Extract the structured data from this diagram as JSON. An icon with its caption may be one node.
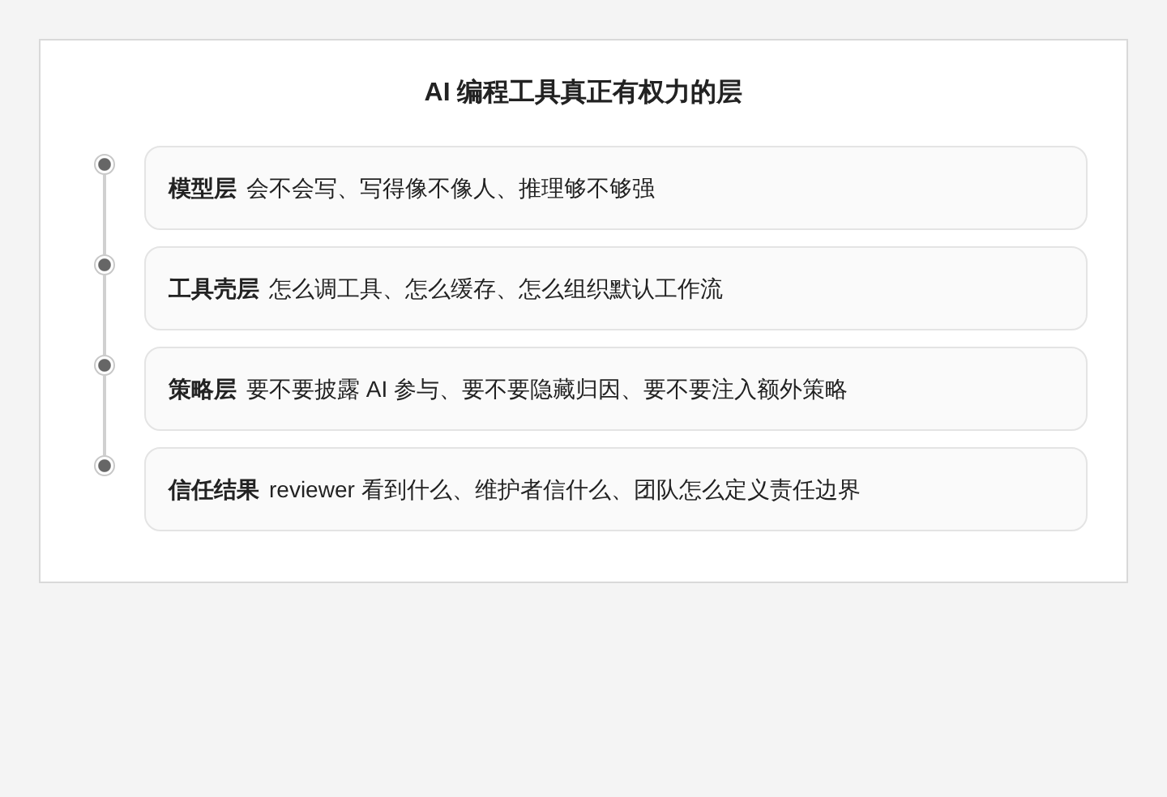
{
  "diagram": {
    "title": "AI 编程工具真正有权力的层",
    "nodes": [
      {
        "text": [],
        "shape": "circle"
      },
      {
        "text": [
          "模型层",
          "会不会写、写得像不像人、推理够不够强"
        ]
      },
      {
        "text": [],
        "shape": "circle"
      },
      {
        "text": [
          "工具壳层",
          "怎么调工具、怎么缓存、怎么组织默认工作流"
        ]
      },
      {
        "text": [],
        "shape": "circle"
      },
      {
        "text": [
          "策略层",
          "要不要披露 AI 参与、要不要隐藏归因、要不要注入额外策略"
        ]
      },
      {
        "text": [],
        "shape": "circle"
      },
      {
        "text": [
          "信任结果",
          "reviewer 看到什么、维护者信什么、团队怎么定义责任边界"
        ]
      }
    ],
    "edges": [
      {
        "from": 0,
        "to": 2,
        "arrow": "none"
      },
      {
        "from": 2,
        "to": 4,
        "arrow": "none"
      },
      {
        "from": 4,
        "to": 6,
        "arrow": "none"
      }
    ]
  }
}
